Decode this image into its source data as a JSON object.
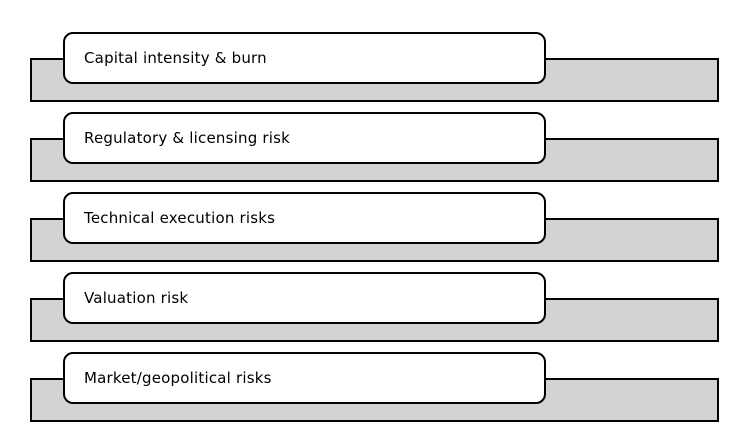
{
  "diagram": {
    "type": "horizontal-list",
    "items": [
      {
        "label": "Capital intensity & burn"
      },
      {
        "label": "Regulatory & licensing risk"
      },
      {
        "label": "Technical execution risks"
      },
      {
        "label": "Valuation risk"
      },
      {
        "label": "Market/geopolitical risks"
      }
    ],
    "colors": {
      "bar_fill": "#d3d3d3",
      "box_fill": "#ffffff",
      "border": "#000000",
      "text": "#000000",
      "background": "#ffffff"
    }
  }
}
